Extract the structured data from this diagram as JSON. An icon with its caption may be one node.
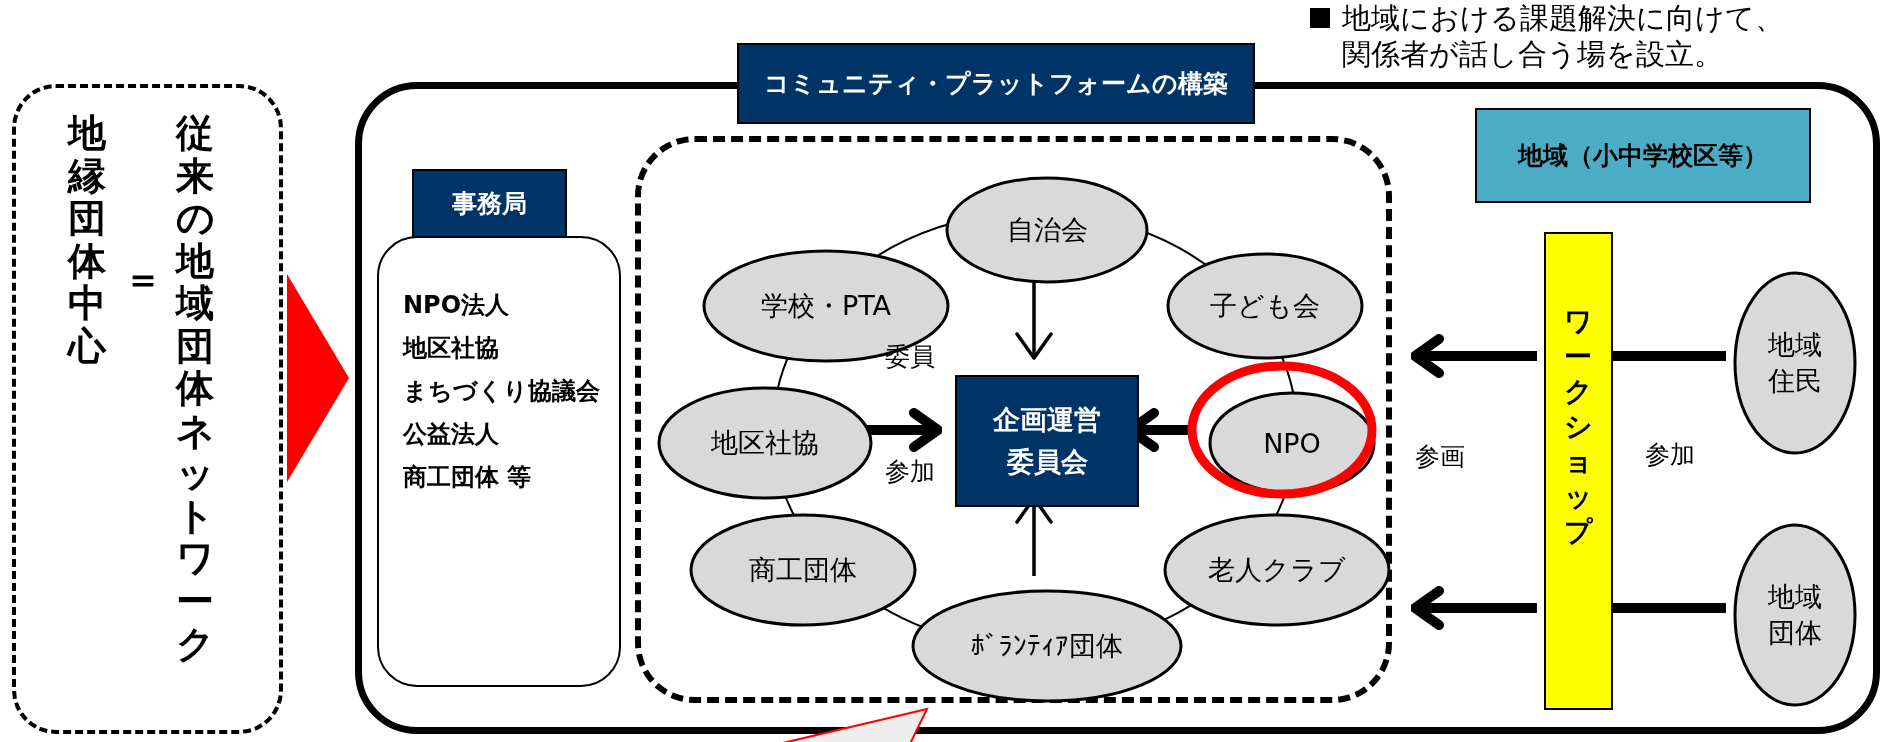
{
  "diagram": {
    "nodes": [
      {
        "text": [
          "地縁団体中心",
          "＝",
          "従来の地域団体ネットワーク"
        ]
      },
      {
        "text": [
          "コミュニティ・プラットフォームの構築"
        ]
      },
      {
        "text": [
          "事務局",
          "NPO法人",
          "地区社協",
          "まちづくり協議会",
          "公益法人",
          "商工団体 等"
        ],
        "in": 1
      },
      {
        "text": [],
        "shape": "box",
        "in": 1
      },
      {
        "text": [
          "自治会"
        ],
        "in": 3
      },
      {
        "text": [
          "学校・PTA"
        ],
        "in": 3
      },
      {
        "text": [
          "子ども会"
        ],
        "in": 3
      },
      {
        "text": [
          "地区社協"
        ],
        "in": 3
      },
      {
        "text": [
          "企画運営委員会"
        ],
        "in": 3
      },
      {
        "text": [
          "NPO"
        ],
        "in": 3
      },
      {
        "text": [
          "商工団体"
        ],
        "in": 3
      },
      {
        "text": [
          "老人クラブ"
        ],
        "in": 3
      },
      {
        "text": [
          "ﾎﾞﾗﾝﾃｨｱ団体"
        ],
        "in": 3
      },
      {
        "text": [
          "地域（小中学校区等）"
        ],
        "in": 1
      },
      {
        "text": [
          "ワークショップ"
        ],
        "in": 1
      },
      {
        "text": [
          "地域住民"
        ],
        "in": 1
      },
      {
        "text": [
          "地域団体"
        ],
        "in": 1
      },
      {
        "text": [],
        "shape": "callout"
      }
    ],
    "edges": [
      {
        "from": 0,
        "to": 1,
        "arrow": "to",
        "color": "#ff0000"
      },
      {
        "from": 4,
        "to": 8,
        "arrow": "to"
      },
      {
        "from": 7,
        "to": 8,
        "arrow": "to"
      },
      {
        "from": 9,
        "to": 8,
        "arrow": "to"
      },
      {
        "from": 12,
        "to": 8,
        "arrow": "to"
      },
      {
        "from": 15,
        "to": 14,
        "arrow": "none"
      },
      {
        "from": 14,
        "to": 3,
        "arrow": "to"
      },
      {
        "from": 16,
        "to": 14,
        "arrow": "none"
      },
      {
        "from": 14,
        "to": 3,
        "arrow": "to"
      }
    ],
    "labels": [
      "地域における課題解決に向けて、関係者が話し合う場を設立。",
      "委員",
      "参加",
      "参画",
      "参加"
    ]
  }
}
